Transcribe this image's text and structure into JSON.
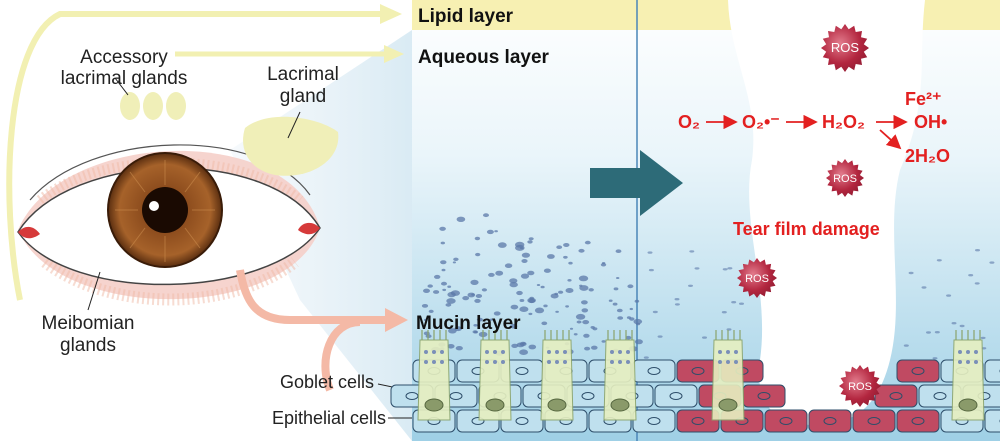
{
  "eye_labels": {
    "accessory": [
      "Accessory",
      "lacrimal glands"
    ],
    "lacrimal": [
      "Lacrimal",
      "gland"
    ],
    "meibomian": [
      "Meibomian",
      "glands"
    ],
    "goblet": "Goblet cells",
    "epithelial": "Epithelial cells"
  },
  "layers": {
    "lipid": "Lipid layer",
    "aqueous": "Aqueous layer",
    "mucin": "Mucin layer"
  },
  "reaction": {
    "o2": "O₂",
    "superoxide": "O₂•⁻",
    "h2o2": "H₂O₂",
    "iron": "Fe²⁺",
    "hydroxyl": "OH•",
    "water": "2H₂O"
  },
  "ros_label": "ROS",
  "damage_label": "Tear film damage",
  "colors": {
    "lipid": "#f7f0b2",
    "aqueous_top": "#ffffff",
    "aqueous_bottom": "#a9d6ea",
    "reaction_red": "#e32020",
    "ros": "#b3263f",
    "arrow_teal": "#2d6b78",
    "gland_yellow": "#f0efb8",
    "meibomian_pink": "#f3c3bd"
  }
}
